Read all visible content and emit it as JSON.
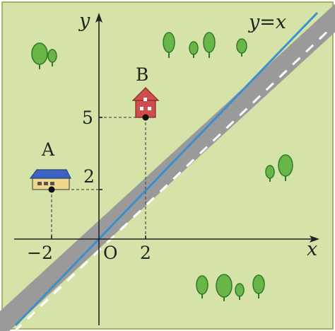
{
  "colors": {
    "frame": "#cfe09e",
    "road": "#9a9a9a",
    "road_dash": "#ffffff",
    "line": "#3b8fcc",
    "axis": "#222222",
    "guide": "#555555",
    "tree_fill": "#6ab547",
    "tree_dark": "#2f7a2a",
    "house_b_fill": "#d04d4d",
    "house_a_roof": "#3b63c4",
    "house_a_wall": "#f0d78c"
  },
  "labels": {
    "y_axis": "y",
    "x_axis": "x",
    "origin": "O",
    "line": "y=x",
    "point_a": "A",
    "point_b": "B",
    "tick_x_neg2": "−2",
    "tick_x_2": "2",
    "tick_y_2": "2",
    "tick_y_5": "5"
  },
  "points": {
    "A": {
      "x": -2,
      "y": 2
    },
    "B": {
      "x": 2,
      "y": 5
    }
  },
  "icons": {
    "house_a": "house-icon",
    "house_b": "house-icon",
    "trees": "tree-icon"
  }
}
